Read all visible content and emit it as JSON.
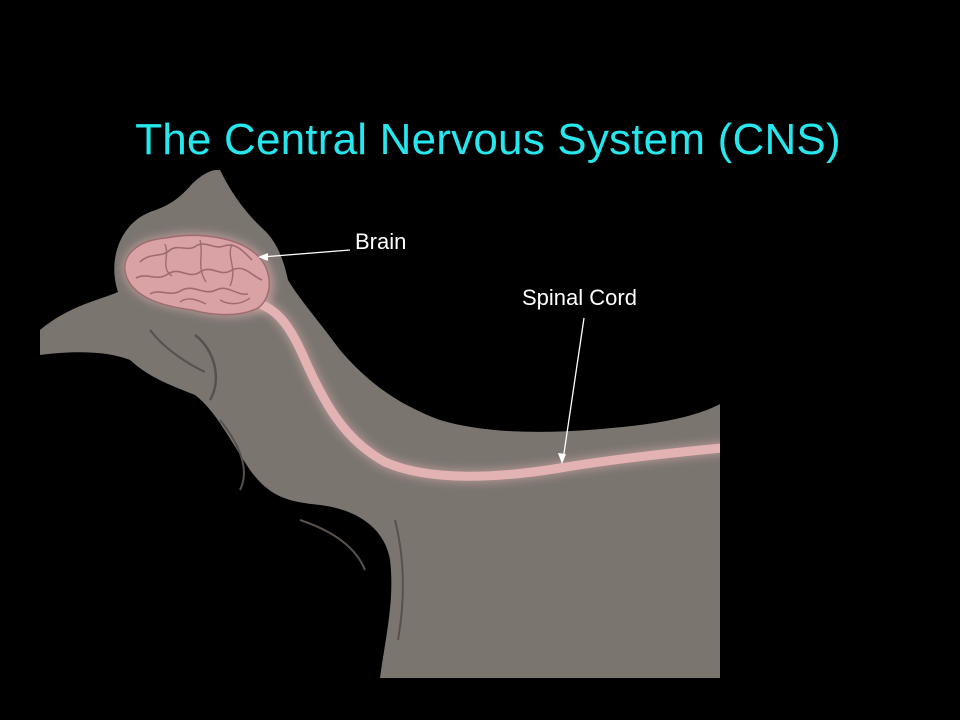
{
  "slide": {
    "title": "The Central Nervous System (CNS)",
    "labels": {
      "brain": "Brain",
      "spinal_cord": "Spinal Cord"
    }
  },
  "colors": {
    "background": "#000000",
    "title": "#26e6ee",
    "label": "#ffffff",
    "body": "#7b7570",
    "body_shadow": "#57514d",
    "brain": "#d9a3a6",
    "brain_fold": "#9e6c70",
    "spinal_cord": "#e3b3b4",
    "arrow": "#ffffff"
  },
  "icons": {
    "figure": "dog-silhouette-icon",
    "brain": "brain-icon",
    "spinal_cord": "spinal-cord-icon"
  }
}
